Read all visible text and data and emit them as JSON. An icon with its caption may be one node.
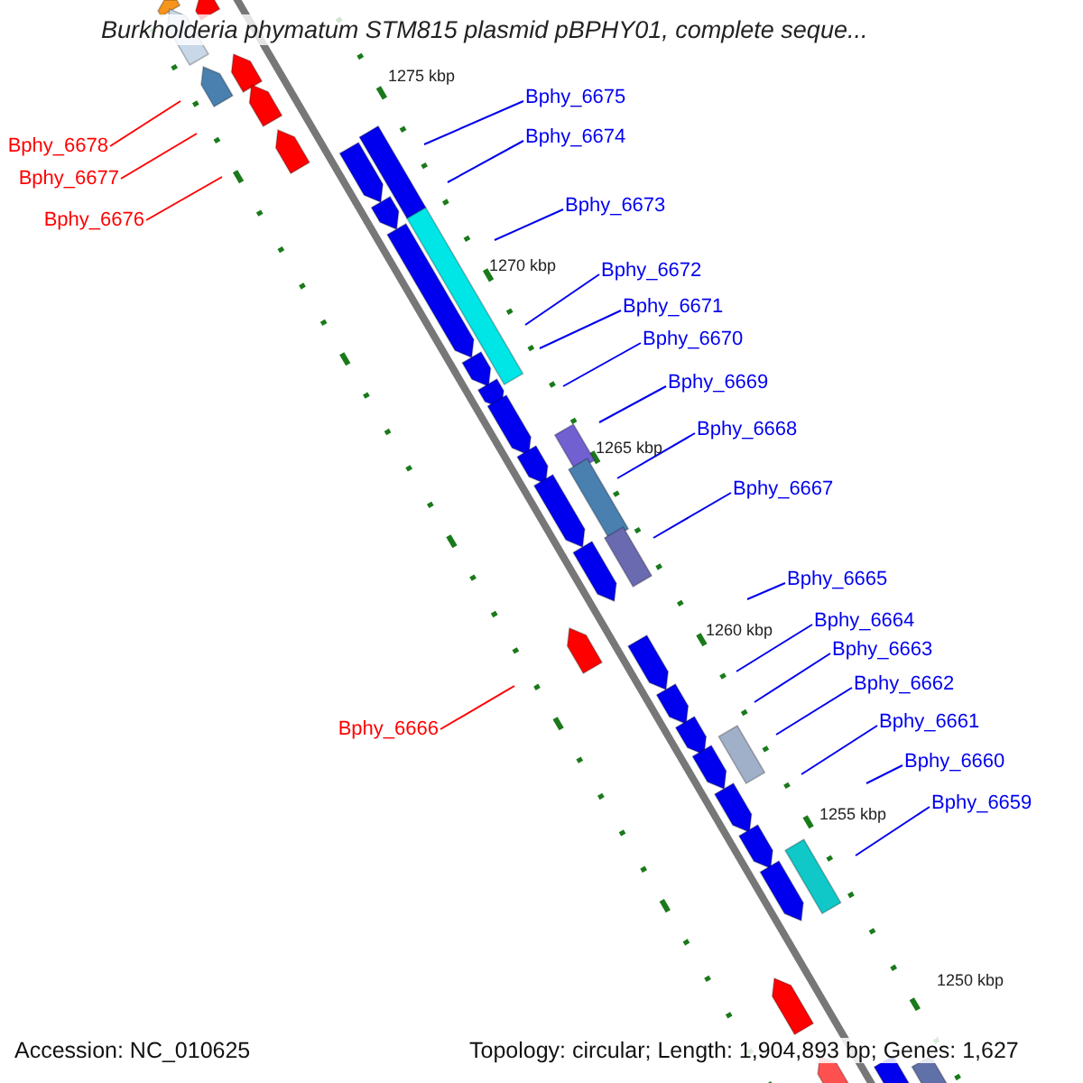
{
  "diagram": {
    "title": "Burkholderia phymatum STM815 plasmid pBPHY01, complete seque...",
    "nodes": [
      {
        "text": [
          "Bphy_6678"
        ]
      },
      {
        "text": [
          "Bphy_6677"
        ]
      },
      {
        "text": [
          "Bphy_6676"
        ]
      },
      {
        "text": [
          "Bphy_6675"
        ]
      },
      {
        "text": [
          "Bphy_6674"
        ]
      },
      {
        "text": [
          "Bphy_6673"
        ]
      },
      {
        "text": [
          "Bphy_6672"
        ]
      },
      {
        "text": [
          "Bphy_6671"
        ]
      },
      {
        "text": [
          "Bphy_6670"
        ]
      },
      {
        "text": [
          "Bphy_6669"
        ]
      },
      {
        "text": [
          "Bphy_6668"
        ]
      },
      {
        "text": [
          "Bphy_6667"
        ]
      },
      {
        "text": [
          "Bphy_6666"
        ]
      },
      {
        "text": [
          "Bphy_6665"
        ]
      },
      {
        "text": [
          "Bphy_6664"
        ]
      },
      {
        "text": [
          "Bphy_6663"
        ]
      },
      {
        "text": [
          "Bphy_6662"
        ]
      },
      {
        "text": [
          "Bphy_6661"
        ]
      },
      {
        "text": [
          "Bphy_6660"
        ]
      },
      {
        "text": [
          "Bphy_6659"
        ]
      }
    ],
    "edges": [
      {
        "from": 0,
        "to": null,
        "arrow": "none",
        "color": "#ff0000"
      },
      {
        "from": 1,
        "to": null,
        "arrow": "none",
        "color": "#ff0000"
      },
      {
        "from": 2,
        "to": null,
        "arrow": "none",
        "color": "#ff0000"
      },
      {
        "from": 3,
        "to": null,
        "arrow": "none"
      },
      {
        "from": 4,
        "to": null,
        "arrow": "none"
      },
      {
        "from": 5,
        "to": null,
        "arrow": "none"
      },
      {
        "from": 6,
        "to": null,
        "arrow": "none"
      },
      {
        "from": 7,
        "to": null,
        "arrow": "none"
      },
      {
        "from": 8,
        "to": null,
        "arrow": "none"
      },
      {
        "from": 9,
        "to": null,
        "arrow": "none"
      },
      {
        "from": 10,
        "to": null,
        "arrow": "none"
      },
      {
        "from": 11,
        "to": null,
        "arrow": "none"
      },
      {
        "from": 12,
        "to": null,
        "arrow": "none",
        "color": "#ff0000"
      },
      {
        "from": 13,
        "to": null,
        "arrow": "none"
      },
      {
        "from": 14,
        "to": null,
        "arrow": "none"
      },
      {
        "from": 15,
        "to": null,
        "arrow": "none"
      },
      {
        "from": 16,
        "to": null,
        "arrow": "none"
      },
      {
        "from": 17,
        "to": null,
        "arrow": "none"
      },
      {
        "from": 18,
        "to": null,
        "arrow": "none"
      },
      {
        "from": 19,
        "to": null,
        "arrow": "none"
      }
    ],
    "labels": [
      "1275 kbp",
      "1270 kbp",
      "1265 kbp",
      "1260 kbp",
      "1255 kbp",
      "1250 kbp",
      "Accession: NC_010625",
      "Topology: circular; Length: 1,904,893 bp; Genes: 1,627"
    ]
  }
}
